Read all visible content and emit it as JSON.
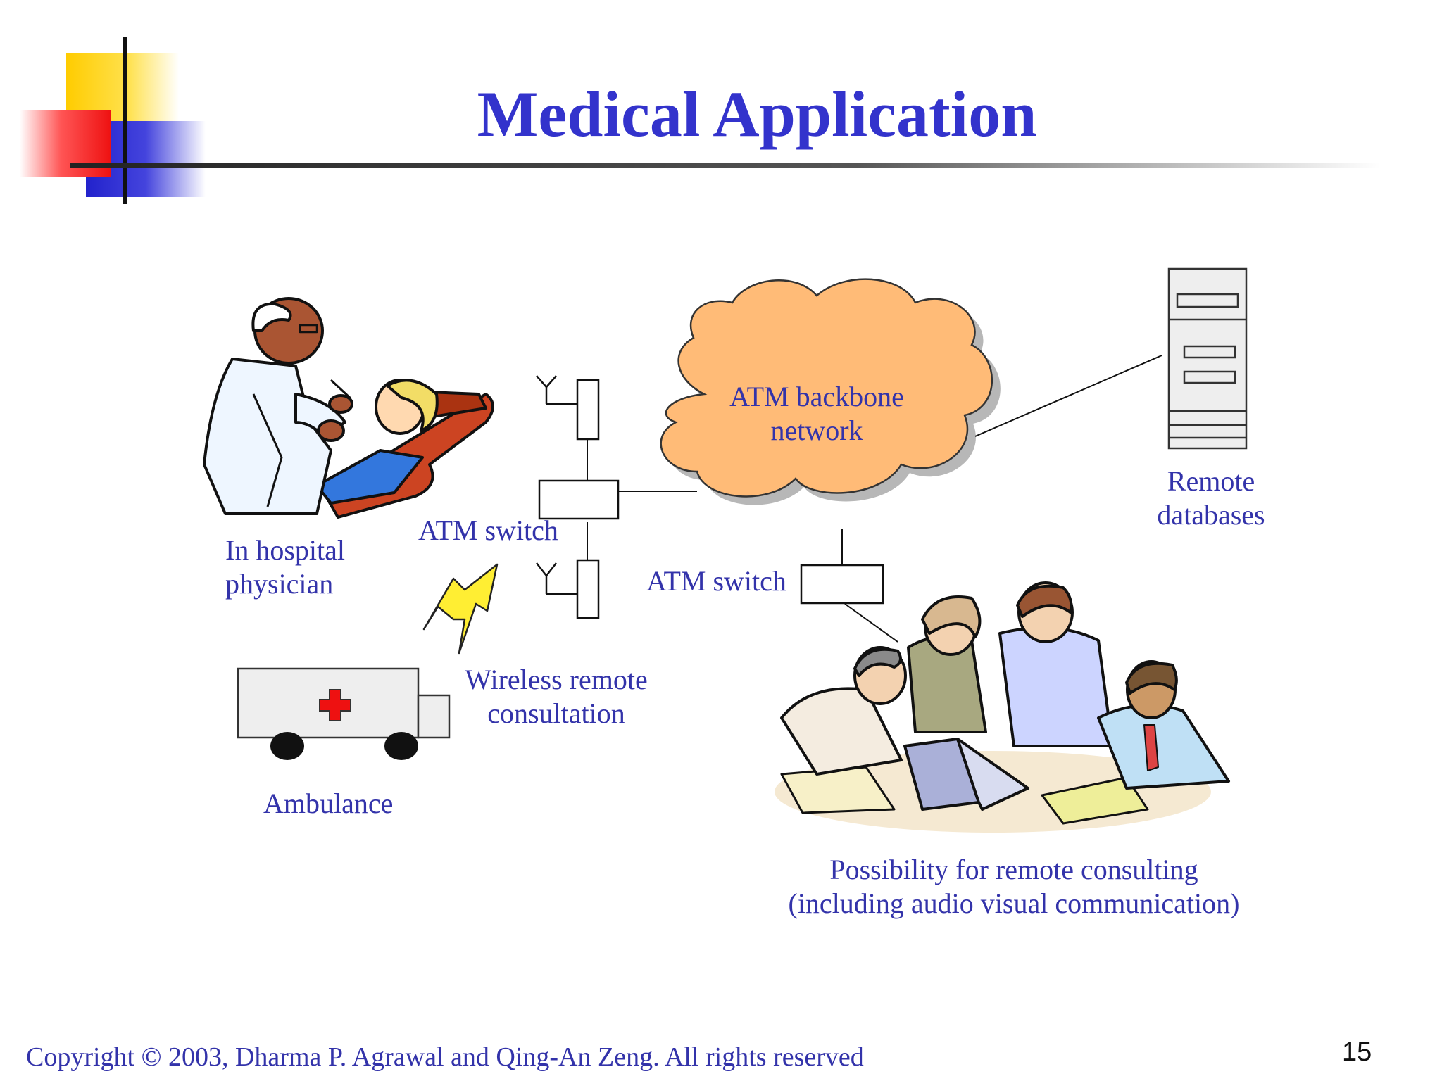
{
  "slide": {
    "title": "Medical Application",
    "page_number": "15",
    "copyright": "Copyright © 2003, Dharma P. Agrawal and Qing-An Zeng. All rights reserved"
  },
  "diagram": {
    "cloud_label_line1": "ATM backbone",
    "cloud_label_line2": "network",
    "remote_db_line1": "Remote",
    "remote_db_line2": "databases",
    "atm_switch_left": "ATM switch",
    "atm_switch_right": "ATM switch",
    "physician_line1": "In hospital",
    "physician_line2": "physician",
    "wireless_line1": "Wireless remote",
    "wireless_line2": "consultation",
    "ambulance": "Ambulance",
    "consulting_line1": "Possibility for remote consulting",
    "consulting_line2": "(including audio visual communication)"
  },
  "colors": {
    "title": "#3333cc",
    "label": "#3333aa",
    "cloud_fill": "#ffbb77",
    "lightning": "#ffee33",
    "ambulance_cross": "#ee1111"
  }
}
